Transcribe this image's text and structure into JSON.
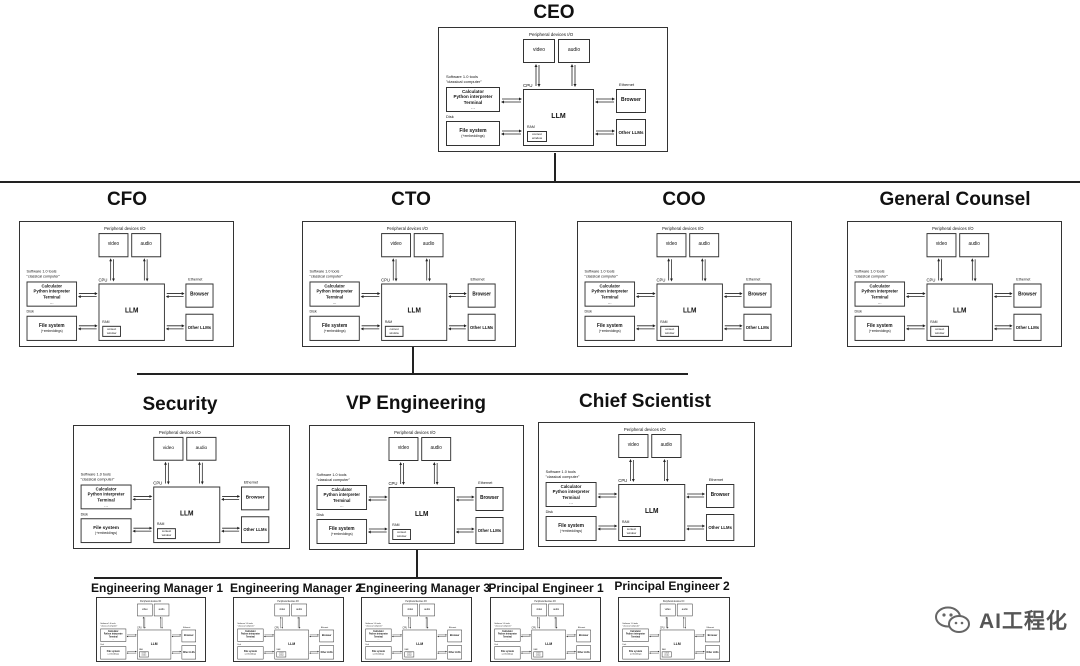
{
  "node_template": {
    "peripheral_label": "Peripheral devices I/O",
    "video": "video",
    "audio": "audio",
    "software_label_1": "Software 1.0 tools",
    "software_label_2": "\"classical computer\"",
    "tools": [
      "Calculator",
      "Python interpreter",
      "Terminal",
      "..."
    ],
    "cpu_label": "CPU",
    "llm": "LLM",
    "ram_label": "RAM",
    "context_window": [
      "context",
      "window"
    ],
    "disk_label": "Disk",
    "file_system": "File system",
    "embeddings": "(+embeddings)",
    "ethernet_label": "Ethernet",
    "browser": "Browser",
    "other_llms": "Other LLMs"
  },
  "org": {
    "ceo": "CEO",
    "cfo": "CFO",
    "cto": "CTO",
    "coo": "COO",
    "general_counsel": "General Counsel",
    "security": "Security",
    "vp_engineering": "VP Engineering",
    "chief_scientist": "Chief Scientist",
    "engineering_manager_1": "Engineering Manager 1",
    "engineering_manager_2": "Engineering Manager 2",
    "engineering_manager_3": "Engineering Manager 3",
    "principal_engineer_1": "Principal Engineer 1",
    "principal_engineer_2": "Principal Engineer 2"
  },
  "watermark": "AI工程化"
}
